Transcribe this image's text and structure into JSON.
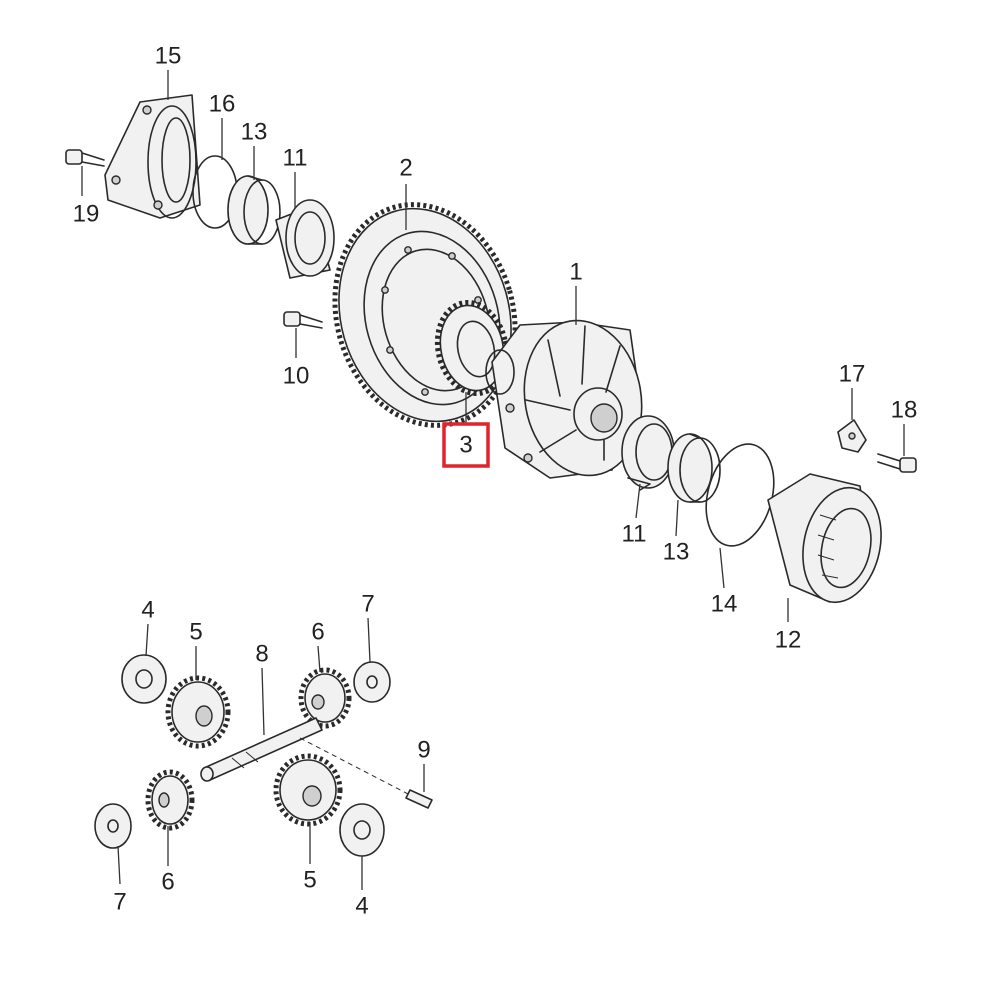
{
  "highlight_color": "#e0242a",
  "callouts": {
    "c1": "1",
    "c2": "2",
    "c3": "3",
    "c4a": "4",
    "c4b": "4",
    "c5a": "5",
    "c5b": "5",
    "c6a": "6",
    "c6b": "6",
    "c7a": "7",
    "c7b": "7",
    "c8": "8",
    "c9": "9",
    "c10": "10",
    "c11a": "11",
    "c11b": "11",
    "c12": "12",
    "c13a": "13",
    "c13b": "13",
    "c14": "14",
    "c15": "15",
    "c16": "16",
    "c17": "17",
    "c18": "18",
    "c19": "19"
  }
}
